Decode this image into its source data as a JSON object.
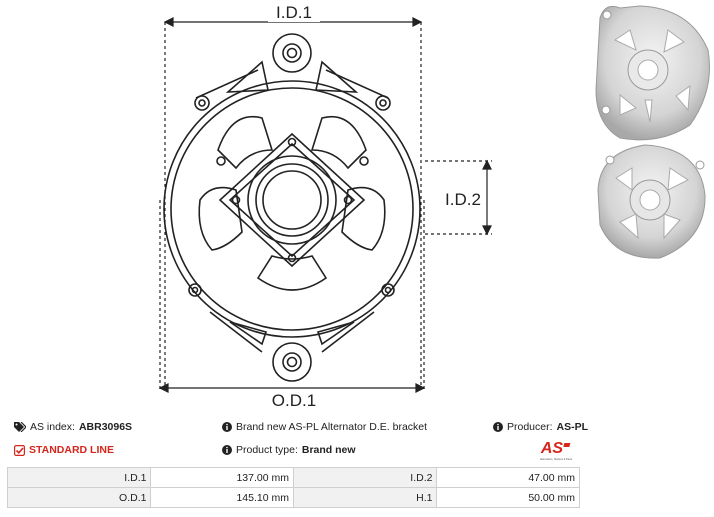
{
  "diagram": {
    "labels": {
      "id1": "I.D.1",
      "id2": "I.D.2",
      "od1": "O.D.1"
    }
  },
  "info": {
    "as_index_label": "AS index:",
    "as_index_value": "ABR3096S",
    "description": "Brand new AS-PL Alternator D.E. bracket",
    "producer_label": "Producer:",
    "producer_value": "AS-PL",
    "line_label": "STANDARD LINE",
    "product_type_label": "Product type:",
    "product_type_value": "Brand new"
  },
  "logo": {
    "mark": "AS",
    "tagline": "Alternators, Starters & Parts"
  },
  "specs": [
    {
      "label1": "I.D.1",
      "value1": "137.00 mm",
      "label2": "I.D.2",
      "value2": "47.00 mm"
    },
    {
      "label1": "O.D.1",
      "value1": "145.10 mm",
      "label2": "H.1",
      "value2": "50.00 mm"
    }
  ],
  "colors": {
    "accent": "#d6261c",
    "line": "#222222",
    "table_border": "#cfcfcf",
    "label_bg": "#f1f1f1"
  }
}
